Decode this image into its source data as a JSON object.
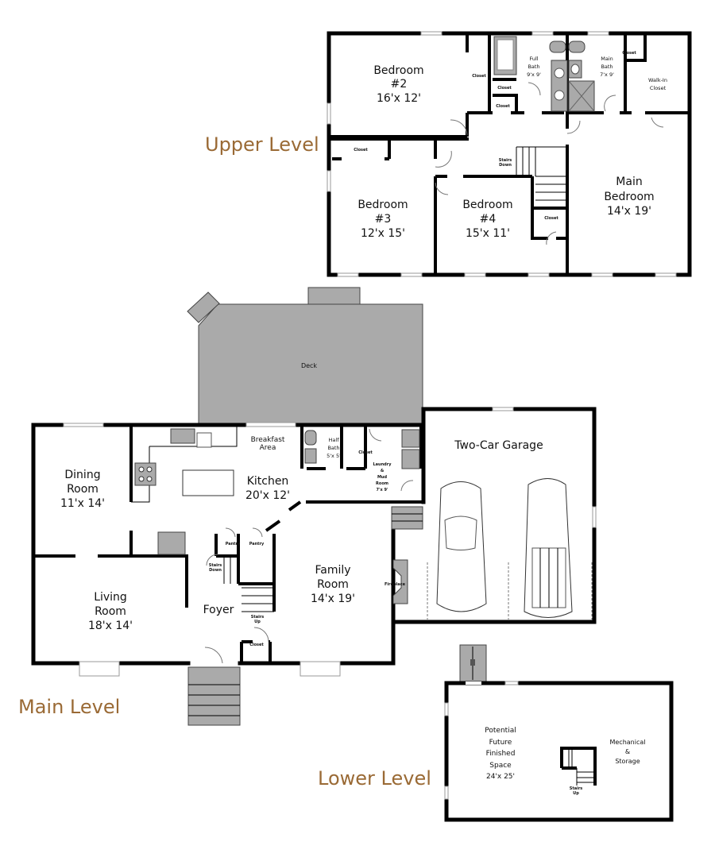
{
  "levels": {
    "upper": "Upper Level",
    "main": "Main Level",
    "lower": "Lower Level"
  },
  "colors": {
    "level_label": "#9a6a35",
    "fixture_fill": "#aaaaaa",
    "wall": "#000000"
  },
  "upper": {
    "bedroom2": [
      "Bedroom",
      "#2",
      "16'x 12'"
    ],
    "bedroom3": [
      "Bedroom",
      "#3",
      "12'x 15'"
    ],
    "bedroom4": [
      "Bedroom",
      "#4",
      "15'x 11'"
    ],
    "main_bedroom": [
      "Main",
      "Bedroom",
      "14'x 19'"
    ],
    "full_bath": [
      "Full",
      "Bath",
      "9'x 9'"
    ],
    "main_bath": [
      "Main",
      "Bath",
      "7'x 9'"
    ],
    "walk_in": [
      "Walk-In",
      "Closet"
    ],
    "closet": "Closet",
    "stairs_down": [
      "Stairs",
      "Down"
    ]
  },
  "main": {
    "deck": "Deck",
    "dining": [
      "Dining",
      "Room",
      "11'x 14'"
    ],
    "living": [
      "Living",
      "Room",
      "18'x 14'"
    ],
    "kitchen": [
      "Kitchen",
      "20'x 12'"
    ],
    "breakfast": [
      "Breakfast",
      "Area"
    ],
    "half_bath": [
      "Half",
      "Bath",
      "5'x 5'"
    ],
    "laundry": [
      "Laundry",
      "&",
      "Mud",
      "Room",
      "7'x 9'"
    ],
    "family": [
      "Family",
      "Room",
      "14'x 19'"
    ],
    "foyer": "Foyer",
    "garage": "Two-Car Garage",
    "pantry": "Pantry",
    "closet": "Closet",
    "fireplace": "Fireplace",
    "stairs_down": [
      "Stairs",
      "Down"
    ],
    "stairs_up": [
      "Stairs",
      "Up"
    ]
  },
  "lower": {
    "finished": [
      "Potential",
      "Future",
      "Finished",
      "Space",
      "24'x 25'"
    ],
    "mechanical": [
      "Mechanical",
      "&",
      "Storage"
    ],
    "stairs_up": [
      "Stairs",
      "Up"
    ]
  }
}
